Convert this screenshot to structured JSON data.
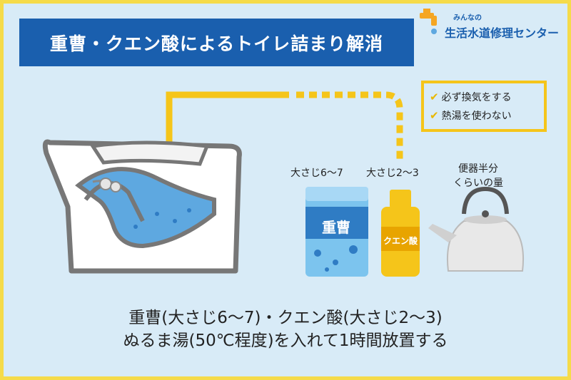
{
  "title": "重曹・クエン酸によるトイレ詰まり解消",
  "logo": {
    "small_text": "みんなの",
    "name": "生活水道修理センター"
  },
  "tips": [
    "必ず換気をする",
    "熱湯を使わない"
  ],
  "measures": {
    "baking_soda": "大さじ6～7",
    "citric_acid": "大さじ2～3",
    "hot_water_line1": "便器半分",
    "hot_water_line2": "くらいの量"
  },
  "labels": {
    "bag": "重曹",
    "bottle": "クエン酸"
  },
  "caption": {
    "line1": "重曹(大さじ6～7)・クエン酸(大さじ2～3)",
    "line2": "ぬるま湯(50℃程度)を入れて1時間放置する"
  },
  "colors": {
    "frame": "#f5db4a",
    "background": "#d8ebf7",
    "title_bar": "#1a5fae",
    "water": "#5ea8e0",
    "arrow": "#f5c51a"
  }
}
